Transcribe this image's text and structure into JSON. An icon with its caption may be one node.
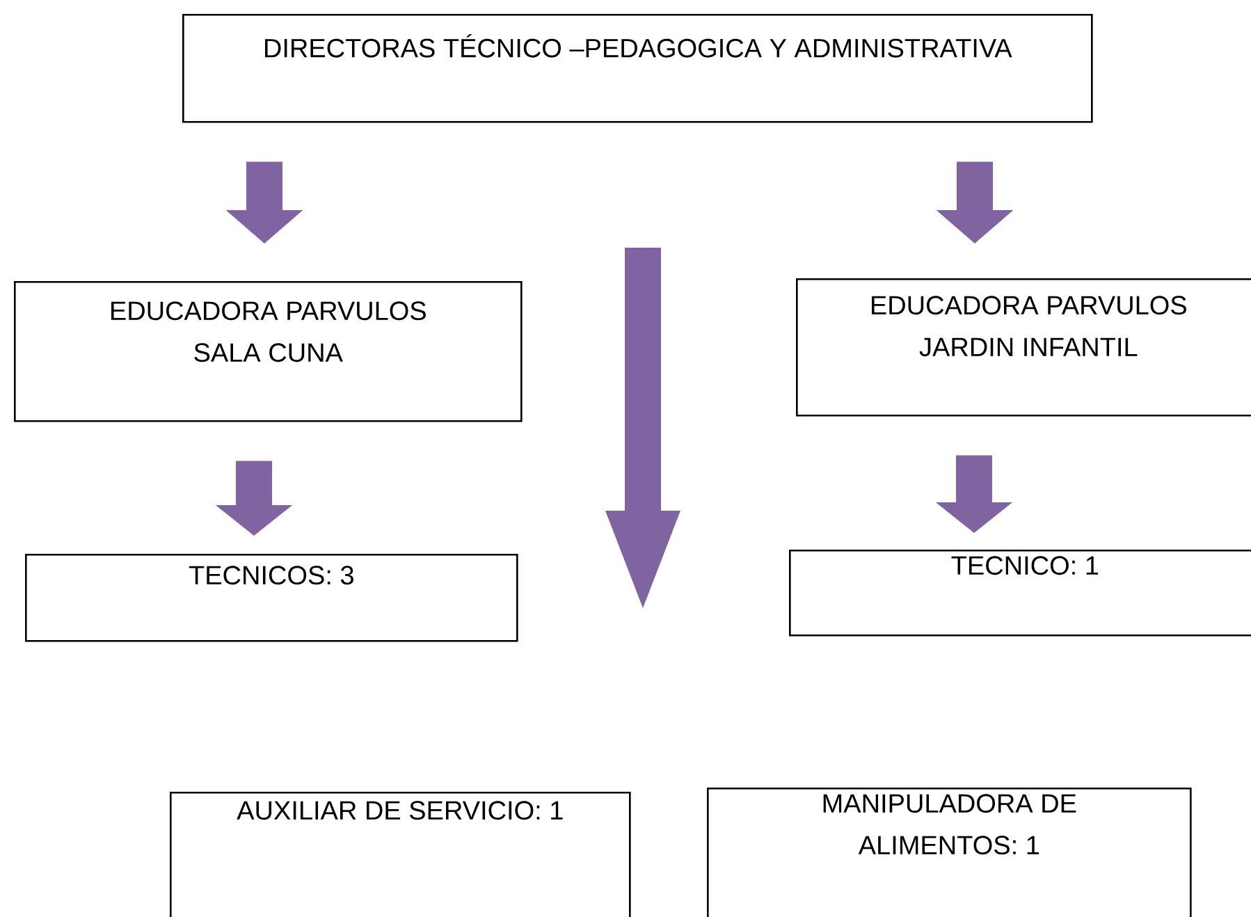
{
  "diagram": {
    "nodes": [
      {
        "text": [
          "DIRECTORAS TÉCNICO –PEDAGOGICA Y ADMINISTRATIVA"
        ]
      },
      {
        "text": [
          "EDUCADORA PARVULOS SALA CUNA"
        ]
      },
      {
        "text": [
          "EDUCADORA PARVULOS JARDIN INFANTIL"
        ]
      },
      {
        "text": [
          "TECNICOS: 3"
        ]
      },
      {
        "text": [
          "TECNICO: 1"
        ]
      },
      {
        "text": [
          "AUXILIAR DE SERVICIO: 1"
        ]
      },
      {
        "text": [
          "MANIPULADORA DE ALIMENTOS: 1"
        ]
      }
    ],
    "edges": [
      {
        "from": 0,
        "to": 1,
        "arrow": "to"
      },
      {
        "from": 0,
        "to": 2,
        "arrow": "to"
      },
      {
        "from": 1,
        "to": 3,
        "arrow": "to"
      },
      {
        "from": 2,
        "to": 4,
        "arrow": "to"
      }
    ]
  }
}
